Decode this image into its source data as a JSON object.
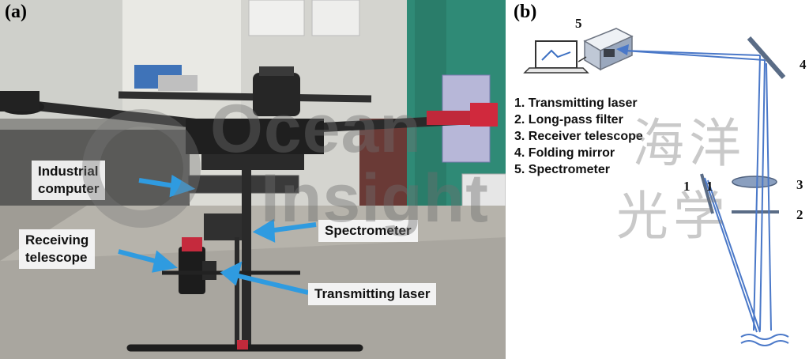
{
  "panel_a": {
    "label": "(a)",
    "callouts": {
      "computer": [
        "Industrial",
        "computer"
      ],
      "telescope": [
        "Receiving",
        "telescope"
      ],
      "spectrometer": "Spectrometer",
      "laser": "Transmitting laser"
    }
  },
  "panel_b": {
    "label": "(b)",
    "numbers": {
      "n1a": "1",
      "n1b": "1",
      "n2": "2",
      "n3": "3",
      "n4": "4",
      "n5": "5"
    },
    "legend": [
      "1. Transmitting laser",
      "2. Long-pass filter",
      "3. Receiver telescope",
      "4. Folding mirror",
      "5. Spectrometer"
    ]
  },
  "watermark": {
    "text_en_1": "Ocean",
    "text_en_2": "Insight",
    "text_cn_1": "海洋",
    "text_cn_2": "光学"
  },
  "colors": {
    "beam_blue": "#4a78c8",
    "arrow_blue": "#2f9be0",
    "optic_grey": "#5a6c86",
    "lens_fill": "#8a9fbf"
  }
}
